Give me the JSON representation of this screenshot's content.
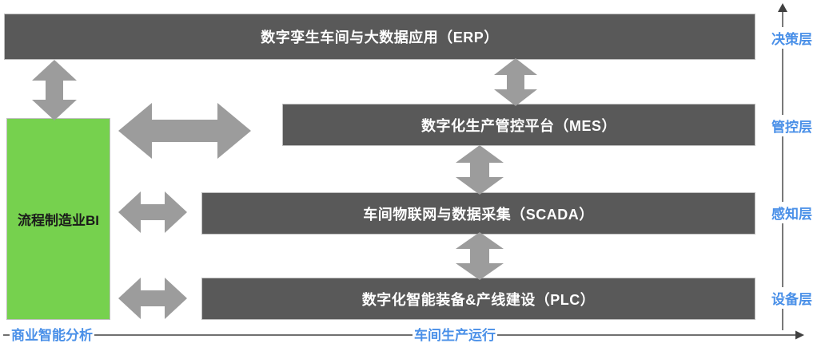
{
  "diagram": {
    "title_visible": false,
    "colors": {
      "bar_fill": "#595959",
      "bar_border": "#bfbfbf",
      "bar_text": "#ffffff",
      "bi_fill": "#76d14e",
      "bi_text": "#1a1a1a",
      "arrow_fill": "#9c9c9c",
      "axis_line": "#404040",
      "axis_label": "#4a90e8",
      "background": "#ffffff"
    },
    "bars": [
      {
        "id": "erp",
        "label": "数字孪生车间与大数据应用（ERP）"
      },
      {
        "id": "mes",
        "label": "数字化生产管控平台（MES）"
      },
      {
        "id": "scada",
        "label": "车间物联网与数据采集（SCADA）"
      },
      {
        "id": "plc",
        "label": "数字化智能装备&产线建设（PLC）"
      }
    ],
    "bi_box": {
      "label": "流程制造业BI"
    },
    "layer_axis": {
      "direction": "upward",
      "labels": [
        {
          "id": "decision",
          "label": "决策层"
        },
        {
          "id": "control",
          "label": "管控层"
        },
        {
          "id": "perception",
          "label": "感知层"
        },
        {
          "id": "equipment",
          "label": "设备层"
        }
      ]
    },
    "flow_axis": {
      "direction": "rightward",
      "labels": [
        {
          "id": "bi-analysis",
          "label": "商业智能分析"
        },
        {
          "id": "workshop-ops",
          "label": "车间生产运行"
        }
      ]
    },
    "arrows": [
      {
        "id": "erp-bi",
        "kind": "double-vertical",
        "connects": [
          "erp",
          "bi"
        ]
      },
      {
        "id": "erp-mes",
        "kind": "double-vertical",
        "connects": [
          "erp",
          "mes"
        ]
      },
      {
        "id": "mes-scada",
        "kind": "double-vertical",
        "connects": [
          "mes",
          "scada"
        ]
      },
      {
        "id": "scada-plc",
        "kind": "double-vertical",
        "connects": [
          "scada",
          "plc"
        ]
      },
      {
        "id": "bi-mes",
        "kind": "double-horizontal",
        "connects": [
          "bi",
          "mes"
        ]
      },
      {
        "id": "bi-scada",
        "kind": "double-horizontal",
        "connects": [
          "bi",
          "scada"
        ]
      },
      {
        "id": "bi-plc",
        "kind": "double-horizontal",
        "connects": [
          "bi",
          "plc"
        ]
      }
    ]
  }
}
